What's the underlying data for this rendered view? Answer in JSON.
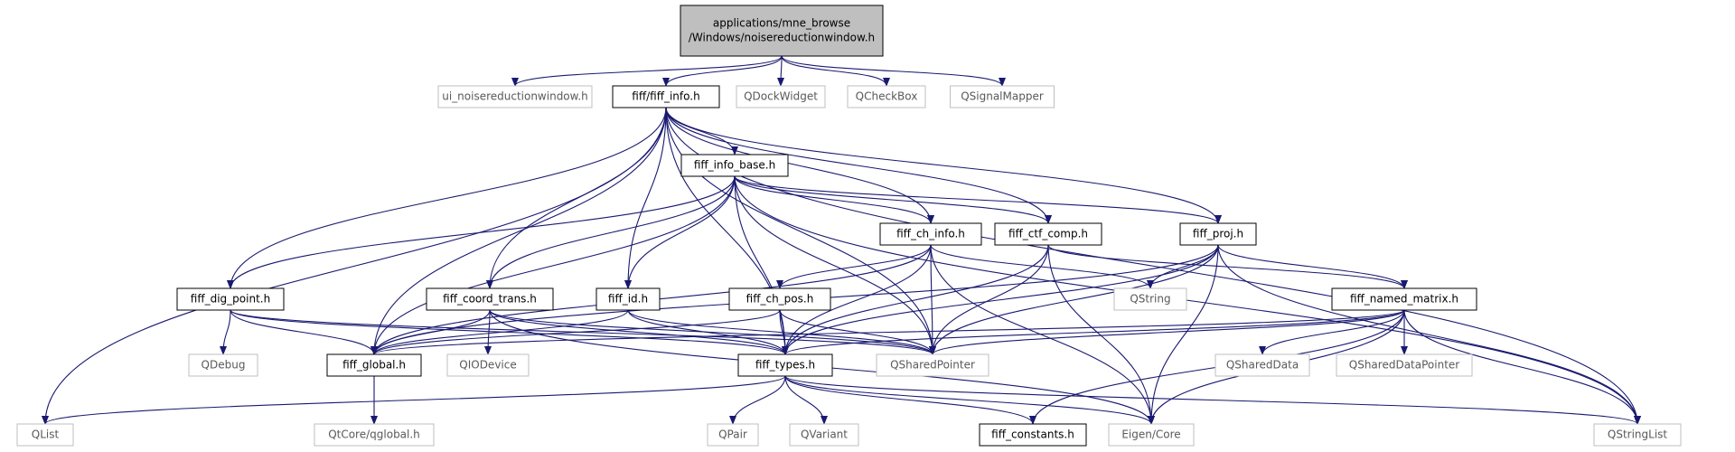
{
  "diagram": {
    "nodes": {
      "root": {
        "lines": [
          "applications/mne_browse",
          "/Windows/noisereductionwindow.h"
        ],
        "style": "root"
      },
      "ui_nrw": {
        "lines": [
          "ui_noisereductionwindow.h"
        ],
        "style": "external"
      },
      "fiff_info": {
        "lines": [
          "fiff/fiff_info.h"
        ],
        "style": "internal"
      },
      "qdockwidget": {
        "lines": [
          "QDockWidget"
        ],
        "style": "external"
      },
      "qcheckbox": {
        "lines": [
          "QCheckBox"
        ],
        "style": "external"
      },
      "qsignalmapper": {
        "lines": [
          "QSignalMapper"
        ],
        "style": "external"
      },
      "fiff_info_base": {
        "lines": [
          "fiff_info_base.h"
        ],
        "style": "internal"
      },
      "fiff_ch_info": {
        "lines": [
          "fiff_ch_info.h"
        ],
        "style": "internal"
      },
      "fiff_ctf_comp": {
        "lines": [
          "fiff_ctf_comp.h"
        ],
        "style": "internal"
      },
      "fiff_proj": {
        "lines": [
          "fiff_proj.h"
        ],
        "style": "internal"
      },
      "fiff_dig_point": {
        "lines": [
          "fiff_dig_point.h"
        ],
        "style": "internal"
      },
      "fiff_coord_trans": {
        "lines": [
          "fiff_coord_trans.h"
        ],
        "style": "internal"
      },
      "fiff_id": {
        "lines": [
          "fiff_id.h"
        ],
        "style": "internal"
      },
      "fiff_ch_pos": {
        "lines": [
          "fiff_ch_pos.h"
        ],
        "style": "internal"
      },
      "qstring": {
        "lines": [
          "QString"
        ],
        "style": "external"
      },
      "fiff_named_matrix": {
        "lines": [
          "fiff_named_matrix.h"
        ],
        "style": "internal"
      },
      "qdebug": {
        "lines": [
          "QDebug"
        ],
        "style": "external"
      },
      "fiff_global": {
        "lines": [
          "fiff_global.h"
        ],
        "style": "internal"
      },
      "qiodevice": {
        "lines": [
          "QIODevice"
        ],
        "style": "external"
      },
      "fiff_types": {
        "lines": [
          "fiff_types.h"
        ],
        "style": "internal"
      },
      "qsharedpointer": {
        "lines": [
          "QSharedPointer"
        ],
        "style": "external"
      },
      "qshareddata": {
        "lines": [
          "QSharedData"
        ],
        "style": "external"
      },
      "qshareddatapointer": {
        "lines": [
          "QSharedDataPointer"
        ],
        "style": "external"
      },
      "qlist": {
        "lines": [
          "QList"
        ],
        "style": "external"
      },
      "qtcore_qglobal": {
        "lines": [
          "QtCore/qglobal.h"
        ],
        "style": "external"
      },
      "qpair": {
        "lines": [
          "QPair"
        ],
        "style": "external"
      },
      "qvariant": {
        "lines": [
          "QVariant"
        ],
        "style": "external"
      },
      "fiff_constants": {
        "lines": [
          "fiff_constants.h"
        ],
        "style": "internal"
      },
      "eigen_core": {
        "lines": [
          "Eigen/Core"
        ],
        "style": "external"
      },
      "qstringlist": {
        "lines": [
          "QStringList"
        ],
        "style": "external"
      }
    },
    "edges": [
      [
        "root",
        "ui_nrw"
      ],
      [
        "root",
        "fiff_info"
      ],
      [
        "root",
        "qdockwidget"
      ],
      [
        "root",
        "qcheckbox"
      ],
      [
        "root",
        "qsignalmapper"
      ],
      [
        "fiff_info",
        "fiff_info_base"
      ],
      [
        "fiff_info",
        "fiff_ch_info"
      ],
      [
        "fiff_info",
        "fiff_ctf_comp"
      ],
      [
        "fiff_info",
        "fiff_proj"
      ],
      [
        "fiff_info",
        "fiff_dig_point"
      ],
      [
        "fiff_info",
        "fiff_coord_trans"
      ],
      [
        "fiff_info",
        "fiff_id"
      ],
      [
        "fiff_info",
        "fiff_global"
      ],
      [
        "fiff_info",
        "fiff_types"
      ],
      [
        "fiff_info",
        "qsharedpointer"
      ],
      [
        "fiff_info",
        "qlist"
      ],
      [
        "fiff_info",
        "qstringlist"
      ],
      [
        "fiff_info_base",
        "fiff_ch_info"
      ],
      [
        "fiff_info_base",
        "fiff_ctf_comp"
      ],
      [
        "fiff_info_base",
        "fiff_proj"
      ],
      [
        "fiff_info_base",
        "fiff_dig_point"
      ],
      [
        "fiff_info_base",
        "fiff_coord_trans"
      ],
      [
        "fiff_info_base",
        "fiff_id"
      ],
      [
        "fiff_info_base",
        "fiff_global"
      ],
      [
        "fiff_info_base",
        "fiff_types"
      ],
      [
        "fiff_info_base",
        "qsharedpointer"
      ],
      [
        "fiff_info_base",
        "qstringlist"
      ],
      [
        "fiff_ch_info",
        "fiff_ch_pos"
      ],
      [
        "fiff_ch_info",
        "fiff_global"
      ],
      [
        "fiff_ch_info",
        "fiff_types"
      ],
      [
        "fiff_ch_info",
        "qstring"
      ],
      [
        "fiff_ch_info",
        "qsharedpointer"
      ],
      [
        "fiff_ch_info",
        "eigen_core"
      ],
      [
        "fiff_ctf_comp",
        "fiff_named_matrix"
      ],
      [
        "fiff_ctf_comp",
        "fiff_types"
      ],
      [
        "fiff_ctf_comp",
        "qsharedpointer"
      ],
      [
        "fiff_ctf_comp",
        "eigen_core"
      ],
      [
        "fiff_proj",
        "qstring"
      ],
      [
        "fiff_proj",
        "fiff_named_matrix"
      ],
      [
        "fiff_proj",
        "fiff_global"
      ],
      [
        "fiff_proj",
        "fiff_types"
      ],
      [
        "fiff_proj",
        "qsharedpointer"
      ],
      [
        "fiff_proj",
        "eigen_core"
      ],
      [
        "fiff_proj",
        "qstringlist"
      ],
      [
        "fiff_dig_point",
        "qdebug"
      ],
      [
        "fiff_dig_point",
        "fiff_global"
      ],
      [
        "fiff_dig_point",
        "fiff_types"
      ],
      [
        "fiff_dig_point",
        "qsharedpointer"
      ],
      [
        "fiff_coord_trans",
        "fiff_global"
      ],
      [
        "fiff_coord_trans",
        "qiodevice"
      ],
      [
        "fiff_coord_trans",
        "fiff_types"
      ],
      [
        "fiff_coord_trans",
        "qsharedpointer"
      ],
      [
        "fiff_coord_trans",
        "eigen_core"
      ],
      [
        "fiff_id",
        "fiff_global"
      ],
      [
        "fiff_id",
        "fiff_types"
      ],
      [
        "fiff_id",
        "qsharedpointer"
      ],
      [
        "fiff_ch_pos",
        "fiff_global"
      ],
      [
        "fiff_ch_pos",
        "fiff_types"
      ],
      [
        "fiff_ch_pos",
        "qsharedpointer"
      ],
      [
        "fiff_named_matrix",
        "fiff_global"
      ],
      [
        "fiff_named_matrix",
        "fiff_types"
      ],
      [
        "fiff_named_matrix",
        "qsharedpointer"
      ],
      [
        "fiff_named_matrix",
        "qshareddata"
      ],
      [
        "fiff_named_matrix",
        "qshareddatapointer"
      ],
      [
        "fiff_named_matrix",
        "eigen_core"
      ],
      [
        "fiff_named_matrix",
        "fiff_constants"
      ],
      [
        "fiff_named_matrix",
        "qstringlist"
      ],
      [
        "fiff_global",
        "qtcore_qglobal"
      ],
      [
        "fiff_types",
        "qlist"
      ],
      [
        "fiff_types",
        "qpair"
      ],
      [
        "fiff_types",
        "qvariant"
      ],
      [
        "fiff_types",
        "fiff_constants"
      ],
      [
        "fiff_types",
        "eigen_core"
      ],
      [
        "fiff_types",
        "qstringlist"
      ]
    ],
    "colors": {
      "edge": "#191970",
      "root_fill": "#bfbfbf",
      "internal_border": "#000000",
      "external_border": "#bfbfbf",
      "external_text": "#595959",
      "text": "#000000"
    }
  }
}
